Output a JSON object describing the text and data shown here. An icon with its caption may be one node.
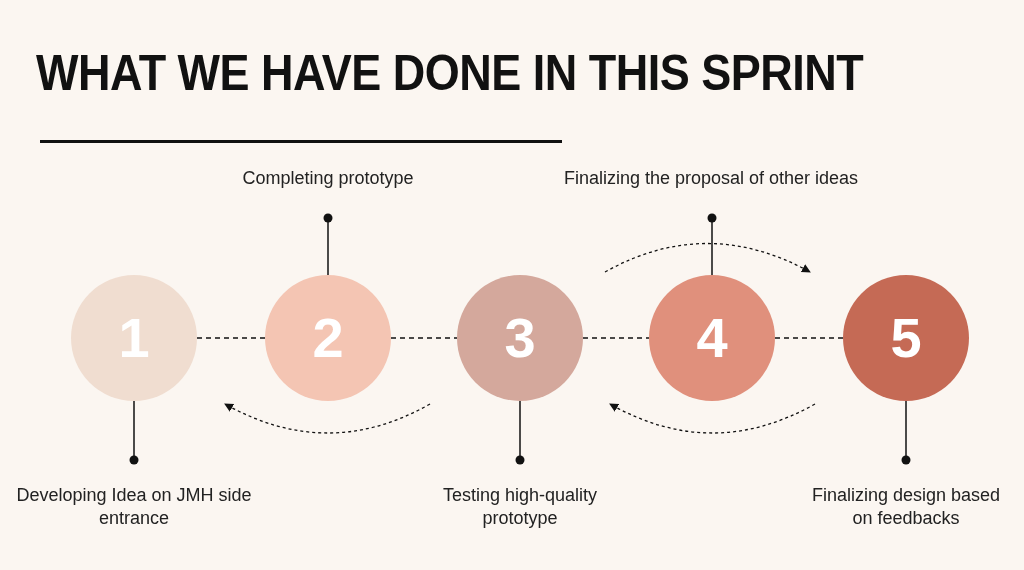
{
  "diagram": {
    "title": "WHAT WE HAVE DONE IN THIS SPRINT",
    "nodes": [
      {
        "text": [
          "1"
        ]
      },
      {
        "text": [
          "2"
        ]
      },
      {
        "text": [
          "3"
        ]
      },
      {
        "text": [
          "4"
        ]
      },
      {
        "text": [
          "5"
        ]
      },
      {
        "text": [
          "Developing Idea on JMH side entrance"
        ]
      },
      {
        "text": [
          "Completing prototype"
        ]
      },
      {
        "text": [
          "Testing high-quality prototype"
        ]
      },
      {
        "text": [
          "Finalizing the proposal of other ideas"
        ]
      },
      {
        "text": [
          "Finalizing design based on feedbacks"
        ]
      }
    ],
    "edges": [
      {
        "from": 5,
        "to": 0,
        "arrow": "other"
      },
      {
        "from": 6,
        "to": 1,
        "arrow": "other"
      },
      {
        "from": 7,
        "to": 2,
        "arrow": "other"
      },
      {
        "from": 8,
        "to": 3,
        "arrow": "other"
      },
      {
        "from": 9,
        "to": 4,
        "arrow": "other"
      },
      {
        "from": 0,
        "to": 1,
        "arrow": "none",
        "style": "dashed"
      },
      {
        "from": 1,
        "to": 2,
        "arrow": "none",
        "style": "dashed"
      },
      {
        "from": 2,
        "to": 3,
        "arrow": "none",
        "style": "dashed"
      },
      {
        "from": 3,
        "to": 4,
        "arrow": "none",
        "style": "dashed"
      }
    ]
  }
}
